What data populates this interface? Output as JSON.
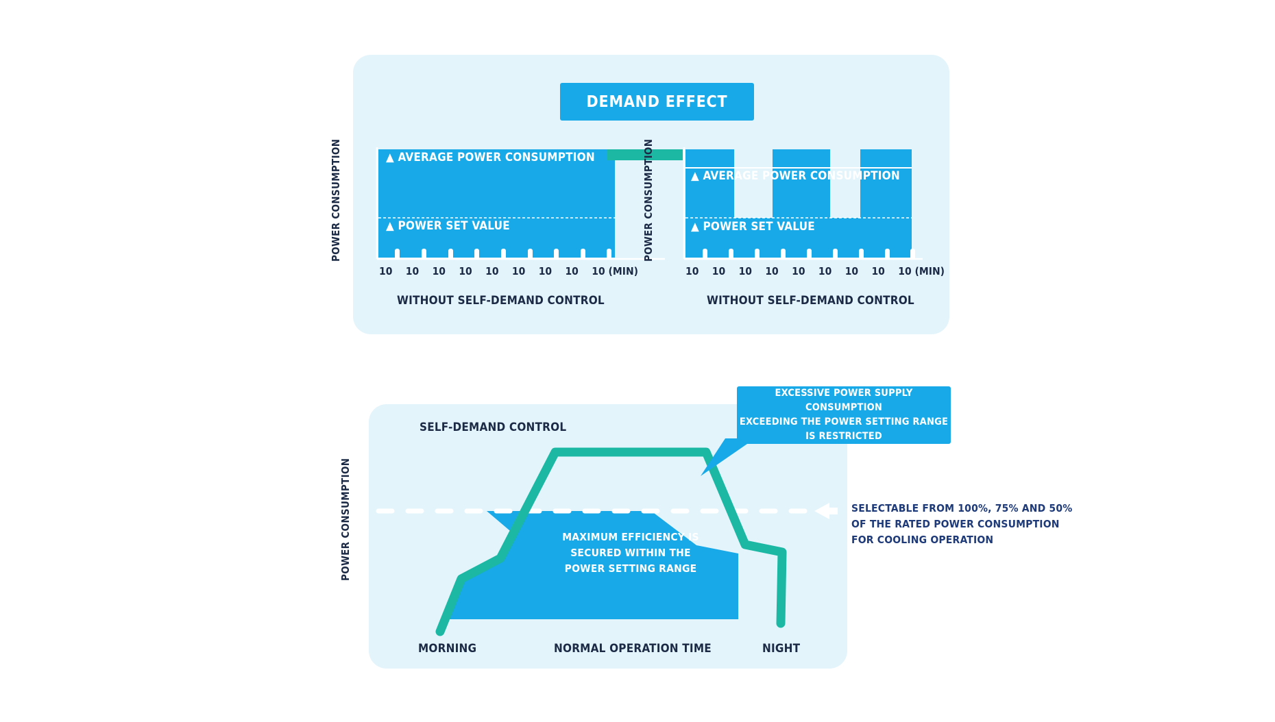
{
  "title": "DEMAND EFFECT",
  "top_left": {
    "y_axis_label": "POWER CONSUMPTION",
    "average_label": "▲ AVERAGE POWER CONSUMPTION",
    "set_value_label": "▲ POWER SET VALUE",
    "ticks": [
      "10",
      "10",
      "10",
      "10",
      "10",
      "10",
      "10",
      "10",
      "10 (MIN)"
    ],
    "caption": "WITHOUT SELF-DEMAND CONTROL"
  },
  "top_right": {
    "y_axis_label": "POWER CONSUMPTION",
    "average_label": "▲ AVERAGE POWER CONSUMPTION",
    "set_value_label": "▲ POWER SET VALUE",
    "ticks": [
      "10",
      "10",
      "10",
      "10",
      "10",
      "10",
      "10",
      "10",
      "10 (MIN)"
    ],
    "caption": "WITHOUT SELF-DEMAND CONTROL"
  },
  "bottom": {
    "panel_title": "SELF-DEMAND CONTROL",
    "y_axis_label": "POWER CONSUMPTION",
    "callout_lines": [
      "EXCESSIVE POWER SUPPLY CONSUMPTION",
      "EXCEEDING THE POWER SETTING RANGE",
      "IS RESTRICTED"
    ],
    "inner_lines": [
      "MAXIMUM EFFICIENCY IS",
      "SECURED WITHIN THE",
      "POWER SETTING RANGE"
    ],
    "info_lines": [
      "SELECTABLE FROM 100%, 75% AND 50%",
      "OF THE RATED POWER CONSUMPTION",
      "FOR COOLING OPERATION"
    ],
    "x_labels": {
      "start": "MORNING",
      "middle": "NORMAL OPERATION TIME",
      "end": "NIGHT"
    }
  },
  "colors": {
    "panel_bg": "#e3f4fb",
    "primary_blue": "#17a9e8",
    "teal_line": "#1cb8a4",
    "dark_text": "#1c2a45",
    "navy_text": "#1e3a78"
  }
}
